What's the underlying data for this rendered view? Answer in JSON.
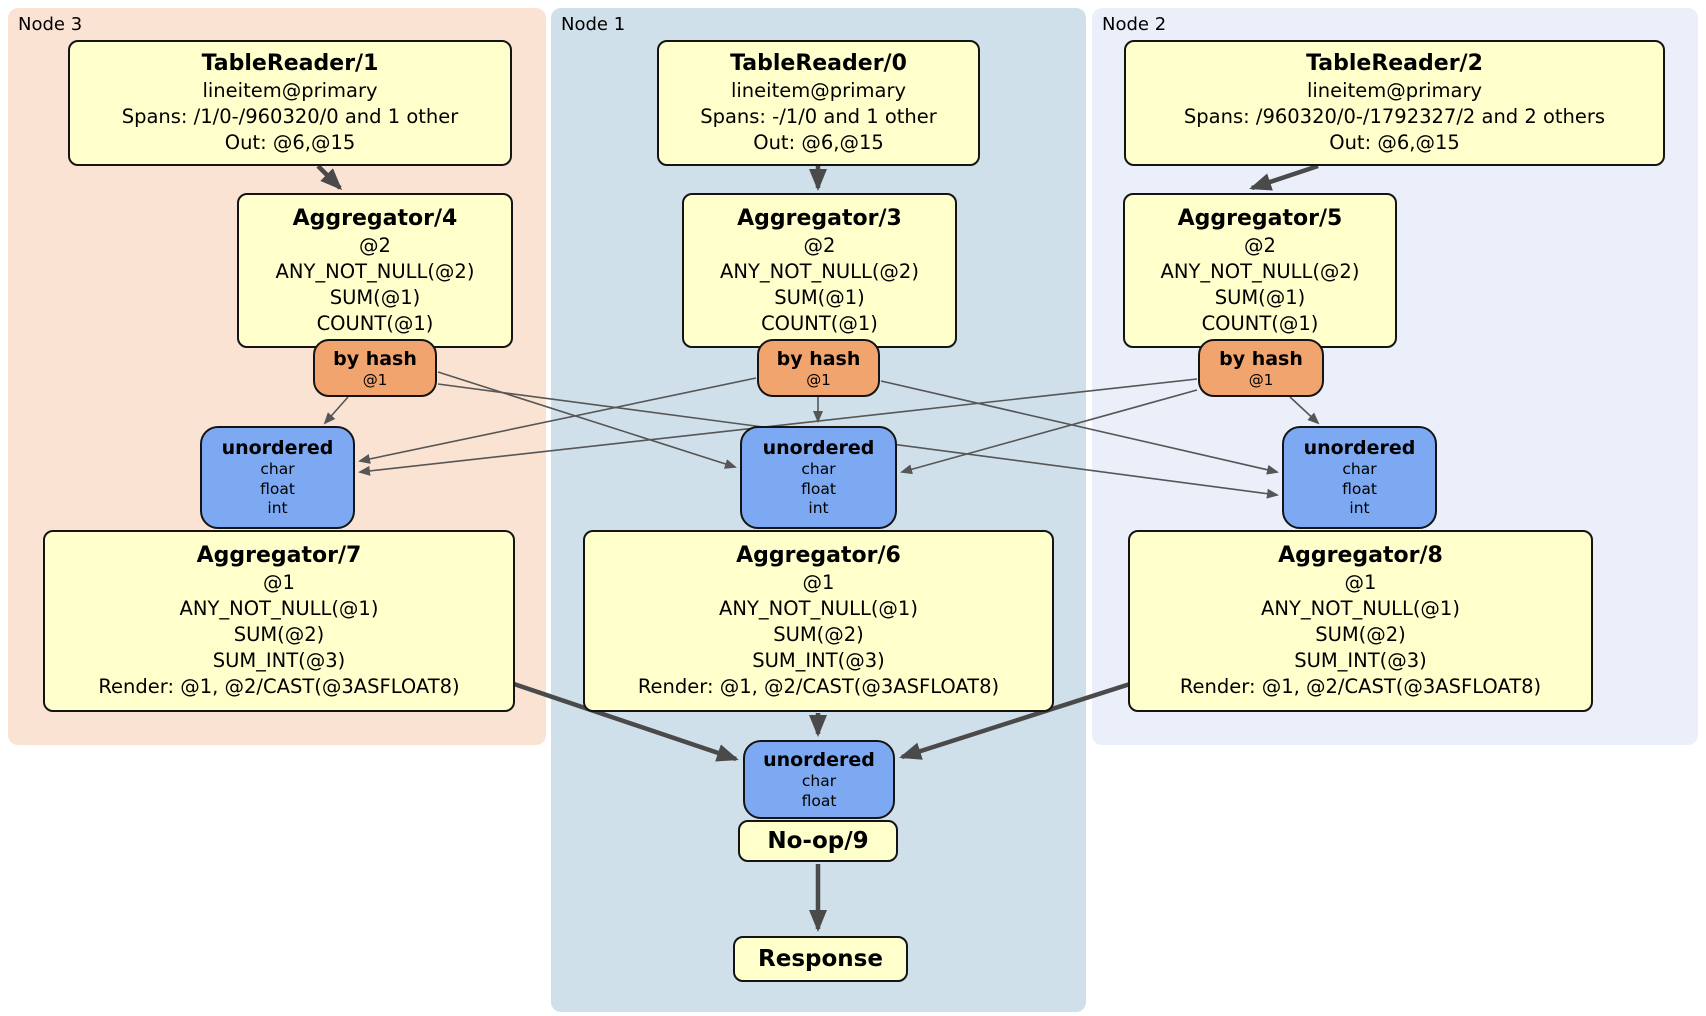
{
  "regions": [
    {
      "id": "node3",
      "label": "Node 3"
    },
    {
      "id": "node1",
      "label": "Node 1"
    },
    {
      "id": "node2",
      "label": "Node 2"
    }
  ],
  "colors": {
    "node3_bg": "#fbe3d4",
    "node1_bg": "#d0e0ea",
    "node2_bg": "#eaeffa",
    "box_bg": "#ffffcc",
    "router_bg": "#f2a46e",
    "sync_bg": "#7da9f2",
    "edge_thick": "#4a4a4a",
    "edge_thin": "#565656"
  },
  "nodes": {
    "tr1": {
      "title": "TableReader/1",
      "lines": [
        "lineitem@primary",
        "Spans: /1/0-/960320/0 and 1 other",
        "Out: @6,@15"
      ]
    },
    "tr0": {
      "title": "TableReader/0",
      "lines": [
        "lineitem@primary",
        "Spans: -/1/0 and 1 other",
        "Out: @6,@15"
      ]
    },
    "tr2": {
      "title": "TableReader/2",
      "lines": [
        "lineitem@primary",
        "Spans: /960320/0-/1792327/2 and 2 others",
        "Out: @6,@15"
      ]
    },
    "agg4": {
      "title": "Aggregator/4",
      "lines": [
        "@2",
        "ANY_NOT_NULL(@2)",
        "SUM(@1)",
        "COUNT(@1)"
      ]
    },
    "agg3": {
      "title": "Aggregator/3",
      "lines": [
        "@2",
        "ANY_NOT_NULL(@2)",
        "SUM(@1)",
        "COUNT(@1)"
      ]
    },
    "agg5": {
      "title": "Aggregator/5",
      "lines": [
        "@2",
        "ANY_NOT_NULL(@2)",
        "SUM(@1)",
        "COUNT(@1)"
      ]
    },
    "hash_left": {
      "title": "by hash",
      "sub": "@1"
    },
    "hash_center": {
      "title": "by hash",
      "sub": "@1"
    },
    "hash_right": {
      "title": "by hash",
      "sub": "@1"
    },
    "sync_left": {
      "title": "unordered",
      "items": [
        "char",
        "float",
        "int"
      ]
    },
    "sync_center": {
      "title": "unordered",
      "items": [
        "char",
        "float",
        "int"
      ]
    },
    "sync_right": {
      "title": "unordered",
      "items": [
        "char",
        "float",
        "int"
      ]
    },
    "agg7": {
      "title": "Aggregator/7",
      "lines": [
        "@1",
        "ANY_NOT_NULL(@1)",
        "SUM(@2)",
        "SUM_INT(@3)",
        "Render: @1, @2/CAST(@3ASFLOAT8)"
      ]
    },
    "agg6": {
      "title": "Aggregator/6",
      "lines": [
        "@1",
        "ANY_NOT_NULL(@1)",
        "SUM(@2)",
        "SUM_INT(@3)",
        "Render: @1, @2/CAST(@3ASFLOAT8)"
      ]
    },
    "agg8": {
      "title": "Aggregator/8",
      "lines": [
        "@1",
        "ANY_NOT_NULL(@1)",
        "SUM(@2)",
        "SUM_INT(@3)",
        "Render: @1, @2/CAST(@3ASFLOAT8)"
      ]
    },
    "sync_final": {
      "title": "unordered",
      "items": [
        "char",
        "float"
      ]
    },
    "noop": {
      "title": "No-op/9"
    },
    "response": {
      "title": "Response"
    }
  }
}
